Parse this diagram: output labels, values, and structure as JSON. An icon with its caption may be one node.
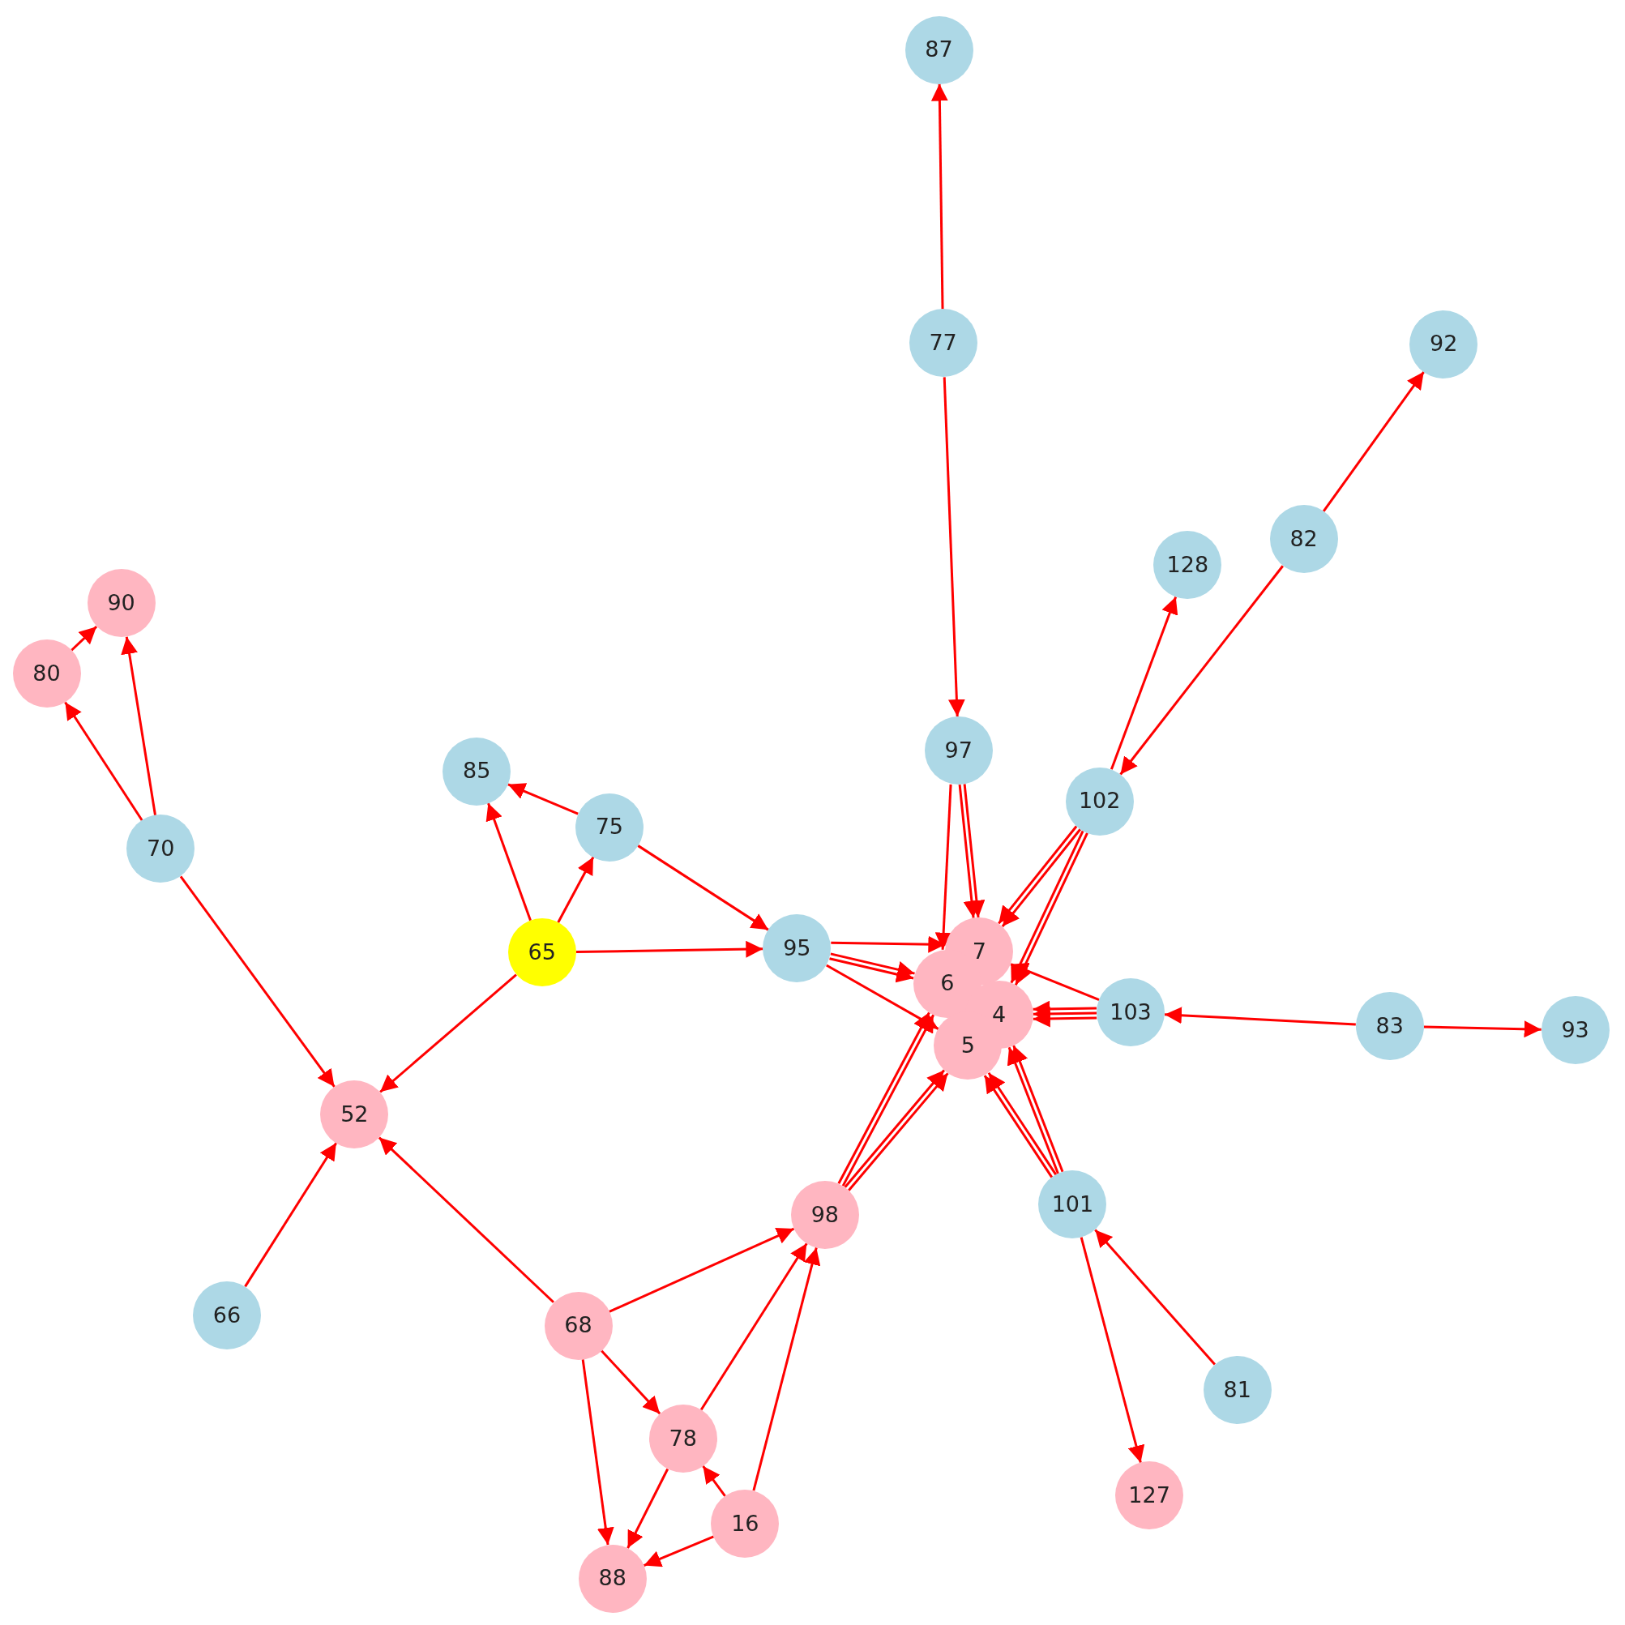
{
  "diagram": {
    "nodes": [
      {
        "text": [
          "87"
        ]
      },
      {
        "text": [
          "77"
        ]
      },
      {
        "text": [
          "92"
        ]
      },
      {
        "text": [
          "82"
        ]
      },
      {
        "text": [
          "128"
        ]
      },
      {
        "text": [
          "90"
        ]
      },
      {
        "text": [
          "80"
        ]
      },
      {
        "text": [
          "97"
        ]
      },
      {
        "text": [
          "85"
        ]
      },
      {
        "text": [
          "102"
        ]
      },
      {
        "text": [
          "75"
        ]
      },
      {
        "text": [
          "70"
        ]
      },
      {
        "text": [
          "65"
        ]
      },
      {
        "text": [
          "95"
        ]
      },
      {
        "text": [
          "7"
        ]
      },
      {
        "text": [
          "6"
        ]
      },
      {
        "text": [
          "4"
        ]
      },
      {
        "text": [
          "103"
        ]
      },
      {
        "text": [
          "83"
        ]
      },
      {
        "text": [
          "93"
        ]
      },
      {
        "text": [
          "5"
        ]
      },
      {
        "text": [
          "52"
        ]
      },
      {
        "text": [
          "101"
        ]
      },
      {
        "text": [
          "98"
        ]
      },
      {
        "text": [
          "66"
        ]
      },
      {
        "text": [
          "68"
        ]
      },
      {
        "text": [
          "81"
        ]
      },
      {
        "text": [
          "78"
        ]
      },
      {
        "text": [
          "127"
        ]
      },
      {
        "text": [
          "16"
        ]
      },
      {
        "text": [
          "88"
        ]
      }
    ],
    "edges": [
      {
        "from": 1,
        "to": 0,
        "arrow": "to"
      },
      {
        "from": 1,
        "to": 7,
        "arrow": "to"
      },
      {
        "from": 3,
        "to": 2,
        "arrow": "to"
      },
      {
        "from": 3,
        "to": 9,
        "arrow": "to"
      },
      {
        "from": 9,
        "to": 4,
        "arrow": "to"
      },
      {
        "from": 7,
        "to": 15,
        "arrow": "to"
      },
      {
        "from": 7,
        "to": 14,
        "arrow": "to"
      },
      {
        "from": 7,
        "to": 14,
        "arrow": "to"
      },
      {
        "from": 9,
        "to": 14,
        "arrow": "to"
      },
      {
        "from": 9,
        "to": 14,
        "arrow": "to"
      },
      {
        "from": 9,
        "to": 16,
        "arrow": "to"
      },
      {
        "from": 9,
        "to": 16,
        "arrow": "to"
      },
      {
        "from": 17,
        "to": 14,
        "arrow": "to"
      },
      {
        "from": 17,
        "to": 16,
        "arrow": "to"
      },
      {
        "from": 17,
        "to": 16,
        "arrow": "to"
      },
      {
        "from": 17,
        "to": 16,
        "arrow": "to"
      },
      {
        "from": 18,
        "to": 17,
        "arrow": "to"
      },
      {
        "from": 18,
        "to": 19,
        "arrow": "to"
      },
      {
        "from": 13,
        "to": 14,
        "arrow": "to"
      },
      {
        "from": 13,
        "to": 15,
        "arrow": "to"
      },
      {
        "from": 13,
        "to": 15,
        "arrow": "to"
      },
      {
        "from": 13,
        "to": 20,
        "arrow": "to"
      },
      {
        "from": 23,
        "to": 15,
        "arrow": "to"
      },
      {
        "from": 23,
        "to": 15,
        "arrow": "to"
      },
      {
        "from": 23,
        "to": 20,
        "arrow": "to"
      },
      {
        "from": 23,
        "to": 20,
        "arrow": "to"
      },
      {
        "from": 22,
        "to": 20,
        "arrow": "to"
      },
      {
        "from": 22,
        "to": 20,
        "arrow": "to"
      },
      {
        "from": 22,
        "to": 16,
        "arrow": "to"
      },
      {
        "from": 22,
        "to": 16,
        "arrow": "to"
      },
      {
        "from": 22,
        "to": 28,
        "arrow": "to"
      },
      {
        "from": 26,
        "to": 22,
        "arrow": "to"
      },
      {
        "from": 12,
        "to": 8,
        "arrow": "to"
      },
      {
        "from": 12,
        "to": 10,
        "arrow": "to"
      },
      {
        "from": 12,
        "to": 13,
        "arrow": "to"
      },
      {
        "from": 12,
        "to": 21,
        "arrow": "to"
      },
      {
        "from": 10,
        "to": 8,
        "arrow": "to"
      },
      {
        "from": 10,
        "to": 13,
        "arrow": "to"
      },
      {
        "from": 11,
        "to": 6,
        "arrow": "to"
      },
      {
        "from": 11,
        "to": 5,
        "arrow": "to"
      },
      {
        "from": 11,
        "to": 21,
        "arrow": "to"
      },
      {
        "from": 6,
        "to": 5,
        "arrow": "to"
      },
      {
        "from": 24,
        "to": 21,
        "arrow": "to"
      },
      {
        "from": 25,
        "to": 21,
        "arrow": "to"
      },
      {
        "from": 25,
        "to": 23,
        "arrow": "to"
      },
      {
        "from": 25,
        "to": 27,
        "arrow": "to"
      },
      {
        "from": 25,
        "to": 30,
        "arrow": "to"
      },
      {
        "from": 27,
        "to": 23,
        "arrow": "to"
      },
      {
        "from": 27,
        "to": 30,
        "arrow": "to"
      },
      {
        "from": 29,
        "to": 23,
        "arrow": "to"
      },
      {
        "from": 29,
        "to": 27,
        "arrow": "to"
      },
      {
        "from": 29,
        "to": 30,
        "arrow": "to"
      }
    ]
  }
}
